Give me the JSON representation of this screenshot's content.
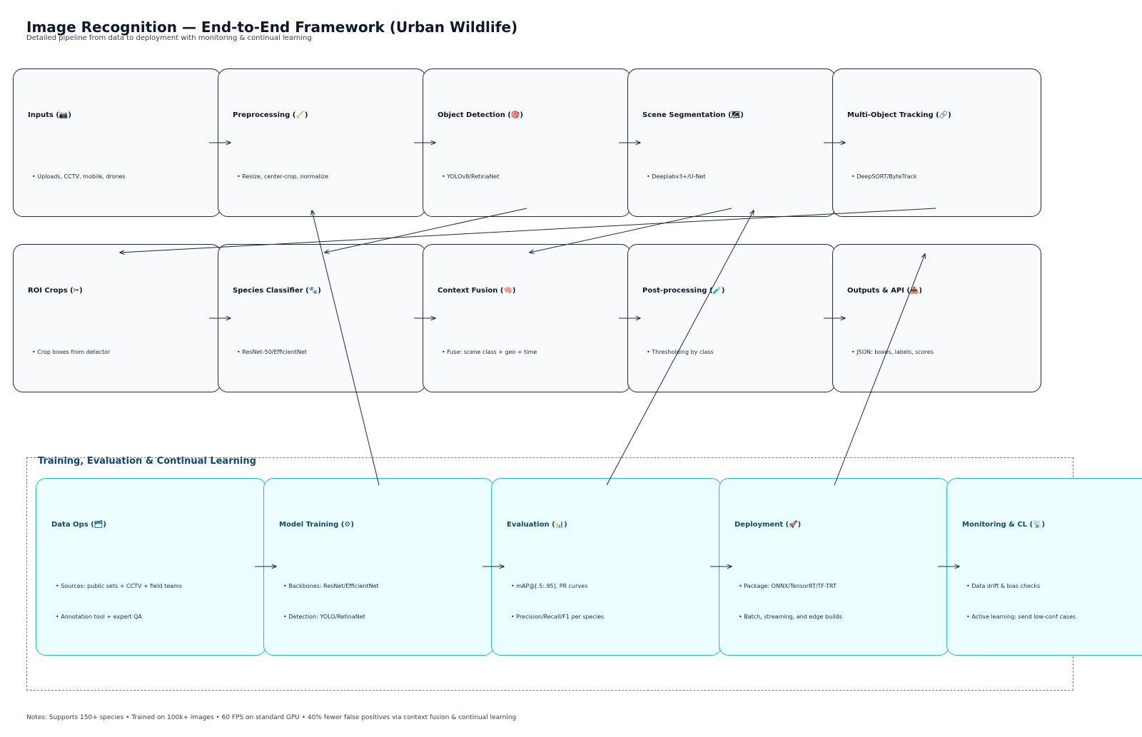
{
  "header": {
    "title": "Image Recognition — End-to-End Framework (Urban Wildlife)",
    "subtitle": "Detailed pipeline from data to deployment with monitoring & continual learning"
  },
  "pipeline_row1": [
    {
      "label": "Inputs (📷)",
      "bullet": "• Uploads, CCTV, mobile, drones",
      "icon": "camera-icon"
    },
    {
      "label": "Preprocessing (🧹)",
      "bullet": "• Resize, center-crop, normalize",
      "icon": "broom-icon"
    },
    {
      "label": "Object Detection (🎯)",
      "bullet": "• YOLOv8/RetinaNet",
      "icon": "target-icon"
    },
    {
      "label": "Scene Segmentation (🗺)",
      "bullet": "• Deeplabv3+/U-Net",
      "icon": "map-icon"
    },
    {
      "label": "Multi-Object Tracking (🔗)",
      "bullet": "• DeepSORT/ByteTrack",
      "icon": "link-icon"
    }
  ],
  "pipeline_row2": [
    {
      "label": "ROI Crops (✂)",
      "bullet": "• Crop boxes from detector",
      "icon": "scissors-icon"
    },
    {
      "label": "Species Classifier (🐾)",
      "bullet": "• ResNet-50/EfficientNet",
      "icon": "paw-icon"
    },
    {
      "label": "Context Fusion (🧠)",
      "bullet": "• Fuse: scene class + geo + time",
      "icon": "brain-icon"
    },
    {
      "label": "Post-processing (🧪)",
      "bullet": "• Thresholding by class",
      "icon": "flask-icon"
    },
    {
      "label": "Outputs & API (📤)",
      "bullet": "• JSON: boxes, labels, scores",
      "icon": "outbox-icon"
    }
  ],
  "training": {
    "title": "Training, Evaluation & Continual Learning",
    "boxes": [
      {
        "label": "Data Ops (🗂)",
        "bullets": [
          "• Sources: public sets + CCTV + field teams",
          "• Annotation tool + expert QA"
        ],
        "icon": "folder-icon"
      },
      {
        "label": "Model Training (⚙)",
        "bullets": [
          "• Backbones: ResNet/EfficientNet",
          "• Detection: YOLO/RetinaNet"
        ],
        "icon": "gear-icon"
      },
      {
        "label": "Evaluation (📊)",
        "bullets": [
          "• mAP@[.5:.95], PR curves",
          "• Precision/Recall/F1 per species"
        ],
        "icon": "chart-icon"
      },
      {
        "label": "Deployment (🚀)",
        "bullets": [
          "• Package: ONNX/TensorRT/TF-TRT",
          "• Batch, streaming, and edge builds"
        ],
        "icon": "rocket-icon"
      },
      {
        "label": "Monitoring & CL (📡)",
        "bullets": [
          "• Data drift & bias checks",
          "• Active learning: send low-conf cases"
        ],
        "icon": "antenna-icon"
      }
    ]
  },
  "notes": "Notes: Supports 150+ species • Trained on 100k+ images • 60 FPS on standard GPU • 40% fewer false positives via context fusion & continual learning",
  "colors": {
    "pipeline_border": "#1e293b",
    "pipeline_fill": "#f8fafc",
    "training_border": "#22b8cf",
    "training_fill": "#ecfeff",
    "panel_border": "#0ea5c9",
    "arrow": "#1e293b"
  }
}
